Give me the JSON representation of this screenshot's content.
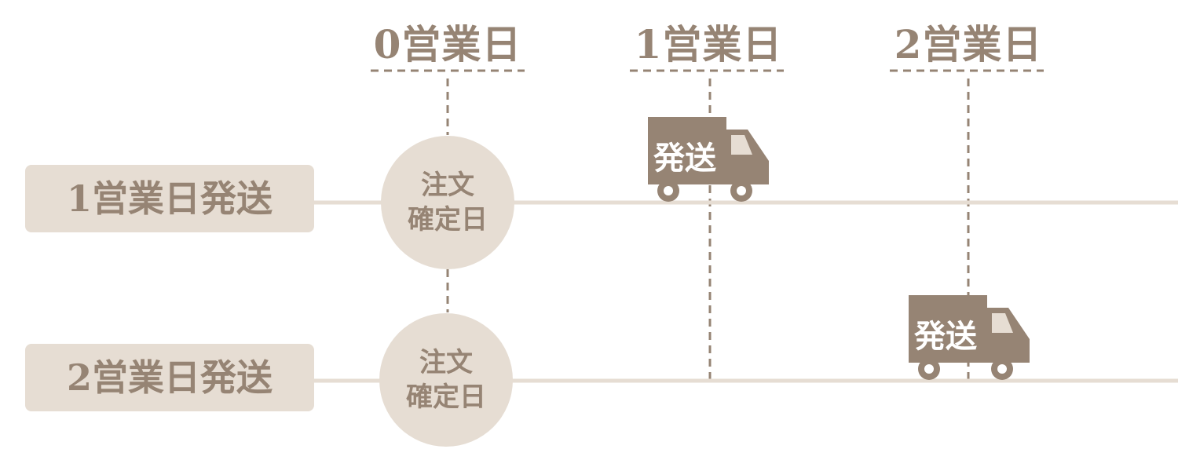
{
  "columns": [
    {
      "label": "0営業日"
    },
    {
      "label": "1営業日"
    },
    {
      "label": "2営業日"
    }
  ],
  "rows": [
    {
      "label": "1営業日発送",
      "order_label_line1": "注文",
      "order_label_line2": "確定日",
      "ship_label": "発送"
    },
    {
      "label": "2営業日発送",
      "order_label_line1": "注文",
      "order_label_line2": "確定日",
      "ship_label": "発送"
    }
  ],
  "colors": {
    "brown": "#968474",
    "beige": "#e6ddd3"
  }
}
